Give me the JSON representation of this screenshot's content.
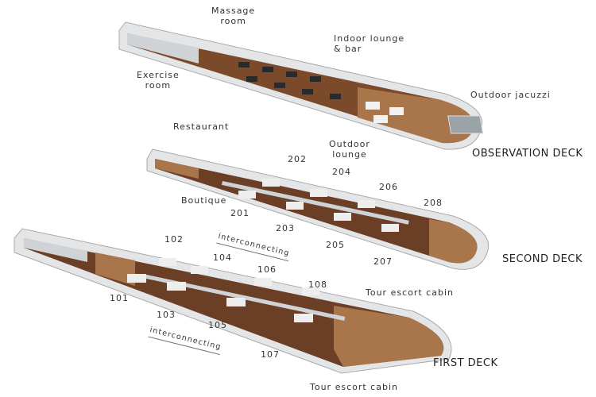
{
  "observation_deck": {
    "title": "OBSERVATION DECK",
    "labels": {
      "massage_room": [
        "Massage",
        "room"
      ],
      "indoor_lounge": [
        "Indoor lounge",
        "& bar"
      ],
      "exercise_room": [
        "Exercise",
        "room"
      ],
      "outdoor_jacuzzi": "Outdoor jacuzzi"
    }
  },
  "second_deck": {
    "title": "SECOND DECK",
    "labels": {
      "restaurant": "Restaurant",
      "outdoor_lounge": [
        "Outdoor",
        "lounge"
      ],
      "boutique": "Boutique",
      "tour_escort": "Tour escort cabin"
    },
    "cabins": [
      "201",
      "202",
      "203",
      "204",
      "205",
      "206",
      "207",
      "208"
    ]
  },
  "first_deck": {
    "title": "FIRST DECK",
    "labels": {
      "interconnecting_top": "interconnecting",
      "interconnecting_bottom": "interconnecting",
      "tour_escort": "Tour escort cabin"
    },
    "cabins": [
      "101",
      "102",
      "103",
      "104",
      "105",
      "106",
      "107",
      "108"
    ]
  },
  "colors": {
    "floor": "#6b3f26",
    "deck_wood": "#a8764a",
    "hull": "#d9dcdf",
    "wall": "#c9cdd1"
  }
}
